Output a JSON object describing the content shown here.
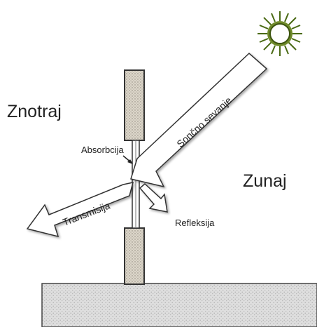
{
  "labels": {
    "inside": "Znotraj",
    "outside": "Zunaj",
    "absorption": "Absorbcija",
    "reflection": "Refleksija",
    "transmission": "Transmisija",
    "solar_radiation": "Sončno sevanje"
  },
  "icons": {
    "sun": "sun-icon"
  },
  "colors": {
    "sun_core": "#ffffff",
    "sun_rays": "#4a6a14",
    "wall_fill": "#d8d2c6",
    "ground_fill": "#dcdcdc",
    "arrow_fill": "#ffffff",
    "arrow_stroke": "#333333"
  }
}
